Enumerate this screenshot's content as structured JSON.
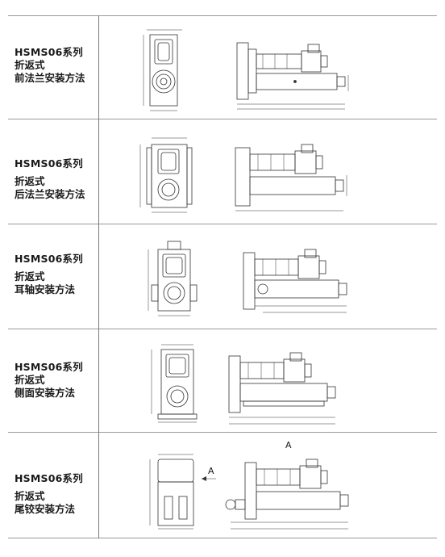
{
  "rows": [
    {
      "series": "HSMS06系列",
      "line2": "折返式",
      "line3": "前法兰安装方法"
    },
    {
      "series": "HSMS06系列",
      "line2": "折返式",
      "line3": "后法兰安装方法"
    },
    {
      "series": "HSMS06系列",
      "line2": "折返式",
      "line3": "耳轴安装方法"
    },
    {
      "series": "HSMS06系列",
      "line2": "折返式",
      "line3": "侧面安装方法"
    },
    {
      "series": "HSMS06系列",
      "line2": "折返式",
      "line3": "尾铰安装方法"
    }
  ],
  "view_mark": "A"
}
